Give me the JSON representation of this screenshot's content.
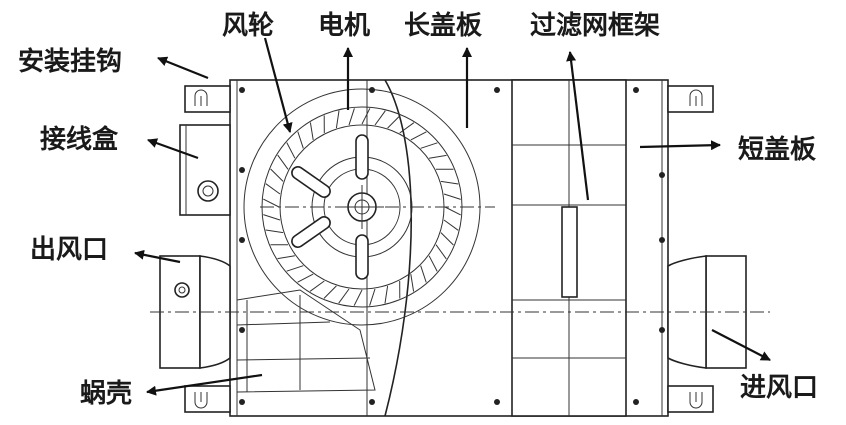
{
  "labels": {
    "fan_wheel": "风轮",
    "motor": "电机",
    "long_cover": "长盖板",
    "filter_frame": "过滤网框架",
    "mounting_hook": "安装挂钩",
    "junction_box": "接线盒",
    "short_cover": "短盖板",
    "outlet": "出风口",
    "volute": "蜗壳",
    "inlet": "进风口"
  }
}
